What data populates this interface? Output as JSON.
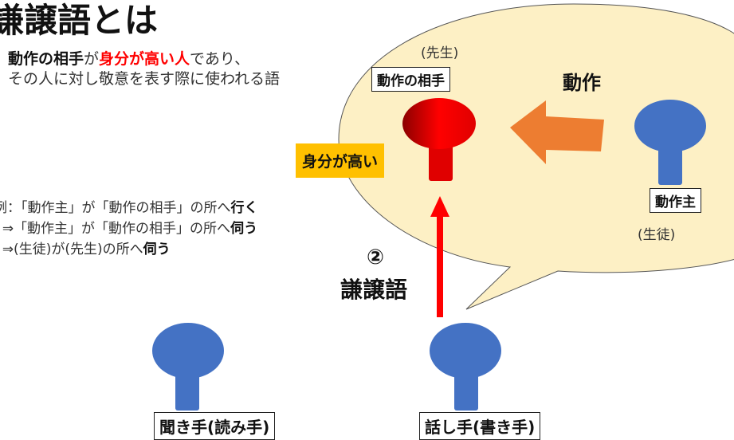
{
  "title": "謙譲語とは",
  "definition": {
    "part1": "動作の相手",
    "part2": "が",
    "part3": "身分が高い人",
    "part4": "であり、",
    "line2": "その人に対し敬意を表す際に使われる語"
  },
  "example": {
    "line1a": "例：「動作主」が「動作の相手」の所へ",
    "line1b": "行く",
    "line2a": "⇒「動作主」が「動作の相手」の所へ",
    "line2b": "伺う",
    "line3a": "⇒(生徒)が(先生)の所へ",
    "line3b": "伺う"
  },
  "diagram": {
    "target_role": "(先生)",
    "target_label": "動作の相手",
    "action_label": "動作",
    "status_label": "身分が高い",
    "actor_label": "動作主",
    "actor_role": "(生徒)",
    "step_number": "②",
    "step_label": "謙譲語",
    "listener_label": "聞き手(読み手)",
    "speaker_label": "話し手(書き手)"
  },
  "colors": {
    "bubble": "#fdf0c5",
    "person": "#4472c4",
    "target": "#e00000",
    "arrow_action": "#ed7d31",
    "arrow_up": "#ff0000",
    "status_bg": "#ffc000"
  }
}
